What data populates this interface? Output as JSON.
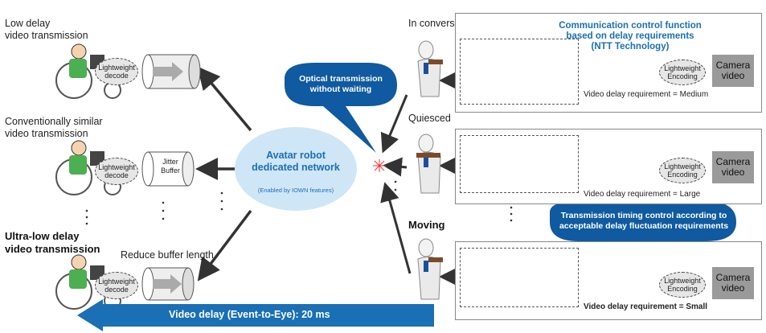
{
  "left": {
    "low_delay_line1": "Low delay",
    "low_delay_line2": "video transmission",
    "conv_line1": "Conventionally similar",
    "conv_line2": "video transmission",
    "ultra_line1": "Ultra-low delay",
    "ultra_line2": "video transmission",
    "reduce_buffer": "Reduce buffer length"
  },
  "decode": {
    "d1": "Lightweight decode",
    "d2": "Lightweight decode",
    "d3": "Lightweight decode",
    "jitter": "Jitter Buffer"
  },
  "network": {
    "title_line1": "Avatar robot",
    "title_line2": "dedicated network",
    "subtitle": "(Enabled by IOWN features)"
  },
  "callouts": {
    "optical": "Optical transmission without waiting",
    "timing": "Transmission timing control according to acceptable delay fluctuation requirements"
  },
  "header": {
    "comm_line1": "Communication control function",
    "comm_line2": "based on delay requirements",
    "comm_line3": "(NTT Technology)"
  },
  "robots": {
    "r1": "In conversation",
    "r2": "Quiesced",
    "r3": "Moving"
  },
  "panels": {
    "encode1": "Lightweight Encoding",
    "encode2": "Lightweight Encoding",
    "encode3": "Lightweight Encoding",
    "camera1": "Camera video",
    "camera2": "Camera video",
    "camera3": "Camera video",
    "req1": "Video delay requirement = Medium",
    "req2": "Video delay requirement = Large",
    "req3": "Video delay requirement = Small"
  },
  "bottom": {
    "delay": "Video delay (Event-to-Eye): 20 ms"
  },
  "colors": {
    "blue": "#1a6fb5",
    "dark_blue": "#0f5aa0",
    "network_fill": "#cfe6f7",
    "gray_wave": "#c8c8c8"
  }
}
